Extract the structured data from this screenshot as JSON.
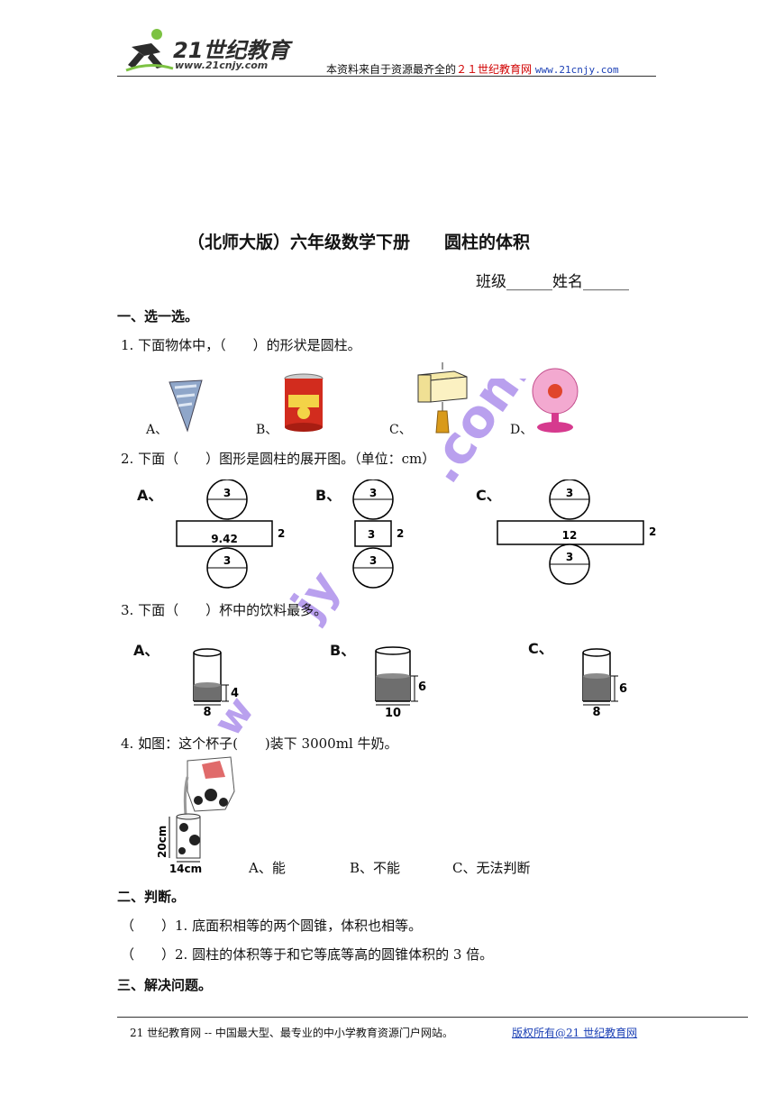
{
  "header": {
    "logo_text": "21世纪教育",
    "logo_url": "www.21cnjy.com",
    "source_prefix": "本资料来自于资源最齐全的",
    "source_brand": "２１世纪教育网",
    "source_url": "www.21cnjy.com"
  },
  "title": "（北师大版）六年级数学下册　　圆柱的体积",
  "class_name": "班级______姓名______",
  "sections": {
    "s1": "一、选一选。",
    "s2": "二、判断。",
    "s3": "三、解决问题。"
  },
  "q1": {
    "text": "1. 下面物体中，（　　）的形状是圆柱。",
    "options": [
      "A、",
      "B、",
      "C、",
      "D、"
    ]
  },
  "q2": {
    "text": "2. 下面（　　）图形是圆柱的展开图。（单位：cm）",
    "options": [
      {
        "label": "A、",
        "circle": "3",
        "rect": "9.42",
        "height": "2"
      },
      {
        "label": "B、",
        "circle": "3",
        "rect": "3",
        "height": "2"
      },
      {
        "label": "C、",
        "circle": "3",
        "rect": "12",
        "height": "2"
      }
    ]
  },
  "q3": {
    "text": "3. 下面（　　）杯中的饮料最多。",
    "options": [
      {
        "label": "A、",
        "height": "4",
        "width": "8"
      },
      {
        "label": "B、",
        "height": "6",
        "width": "10"
      },
      {
        "label": "C、",
        "height": "6",
        "width": "8"
      }
    ]
  },
  "q4": {
    "text": "4. 如图：这个杯子(　　)装下 3000ml 牛奶。",
    "height_label": "20cm",
    "width_label": "14cm",
    "options": [
      "A、能",
      "B、不能",
      "C、无法判断"
    ]
  },
  "judge": [
    "（　　）1. 底面积相等的两个圆锥，体积也相等。",
    "（　　）2. 圆柱的体积等于和它等底等高的圆锥体积的 3 倍。"
  ],
  "footer": {
    "text": "21 世纪教育网 -- 中国最大型、最专业的中小学教育资源门户网站。",
    "link": "版权所有@21 世纪教育网"
  },
  "colors": {
    "brand_red": "#d10000",
    "link_blue": "#1a3fb5",
    "watermark": "#b9a0ee"
  }
}
